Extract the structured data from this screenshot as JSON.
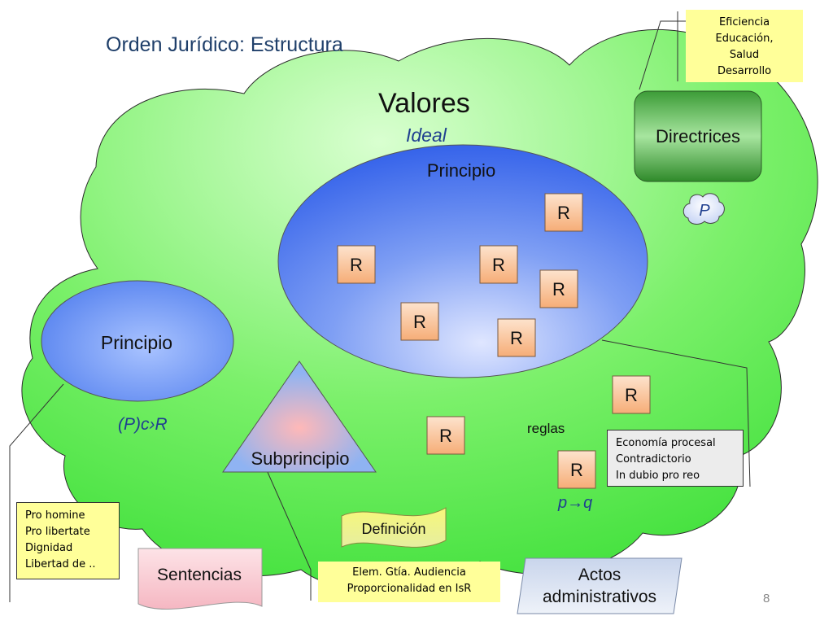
{
  "title": "Orden Jurídico: Estructura",
  "valores": "Valores",
  "ideal": "Ideal",
  "directrices": "Directrices",
  "p_cloud": "P",
  "big_principio": "Principio",
  "small_principio": "Principio",
  "pcr": "(P)c›R",
  "subprincipio": "Subprincipio",
  "reglas": "reglas",
  "pq": "p→q",
  "definicion": "Definición",
  "sentencias": "Sentencias",
  "actos": [
    "Actos",
    "administrativos"
  ],
  "rule_label": "R",
  "page_number": "8",
  "notes": {
    "top_right": [
      "Eficiencia",
      "Educación,",
      "Salud",
      "Desarrollo"
    ],
    "right_middle": [
      "Economía procesal",
      "Contradictorio",
      "In dubio pro reo"
    ],
    "left_bottom": [
      "Pro homine",
      "Pro libertate",
      "Dignidad",
      "Libertad de .."
    ],
    "bottom_center": [
      "Elem. Gtía. Audiencia",
      "Proporcionalidad en IsR"
    ]
  },
  "colors": {
    "title": "#1f3f6a",
    "cloud": "#4fe64a",
    "ellipse": "#2f5de8",
    "rule_box": "#f7b37e",
    "directrices": "#3a9a34",
    "note_yellow": "#ffff99",
    "note_grey": "#ececec",
    "ideal_text": "#1f3f8f"
  }
}
